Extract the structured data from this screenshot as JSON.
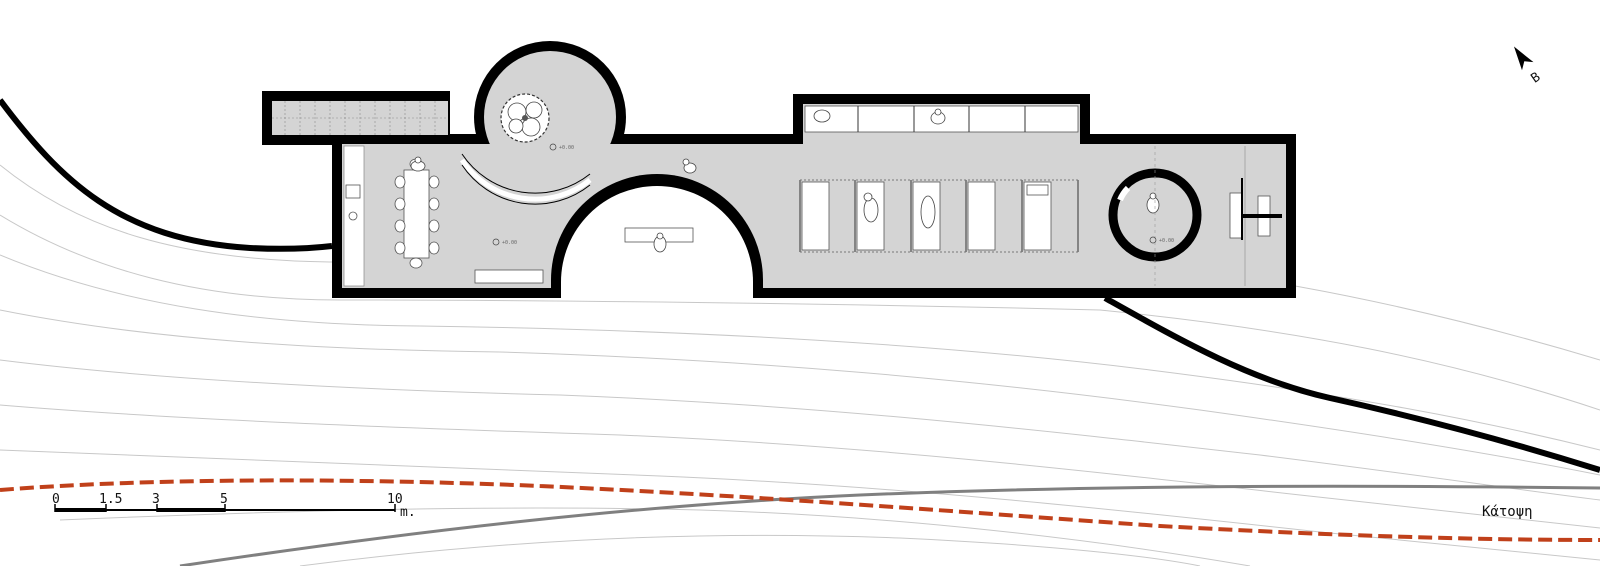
{
  "drawing": {
    "title": "Κάτοψη",
    "north_label": "Β",
    "level_mark": "+0.00"
  },
  "scale_bar": {
    "ticks": [
      "0",
      "1.5",
      "3",
      "5",
      "10"
    ],
    "unit": "m."
  },
  "colors": {
    "wall": "#000000",
    "floor": "#d4d4d4",
    "contour": "#c8c8c8",
    "terrain": "#000000",
    "boundary_dashed": "#c0401a",
    "road": "#808080",
    "furniture": "#ffffff"
  }
}
